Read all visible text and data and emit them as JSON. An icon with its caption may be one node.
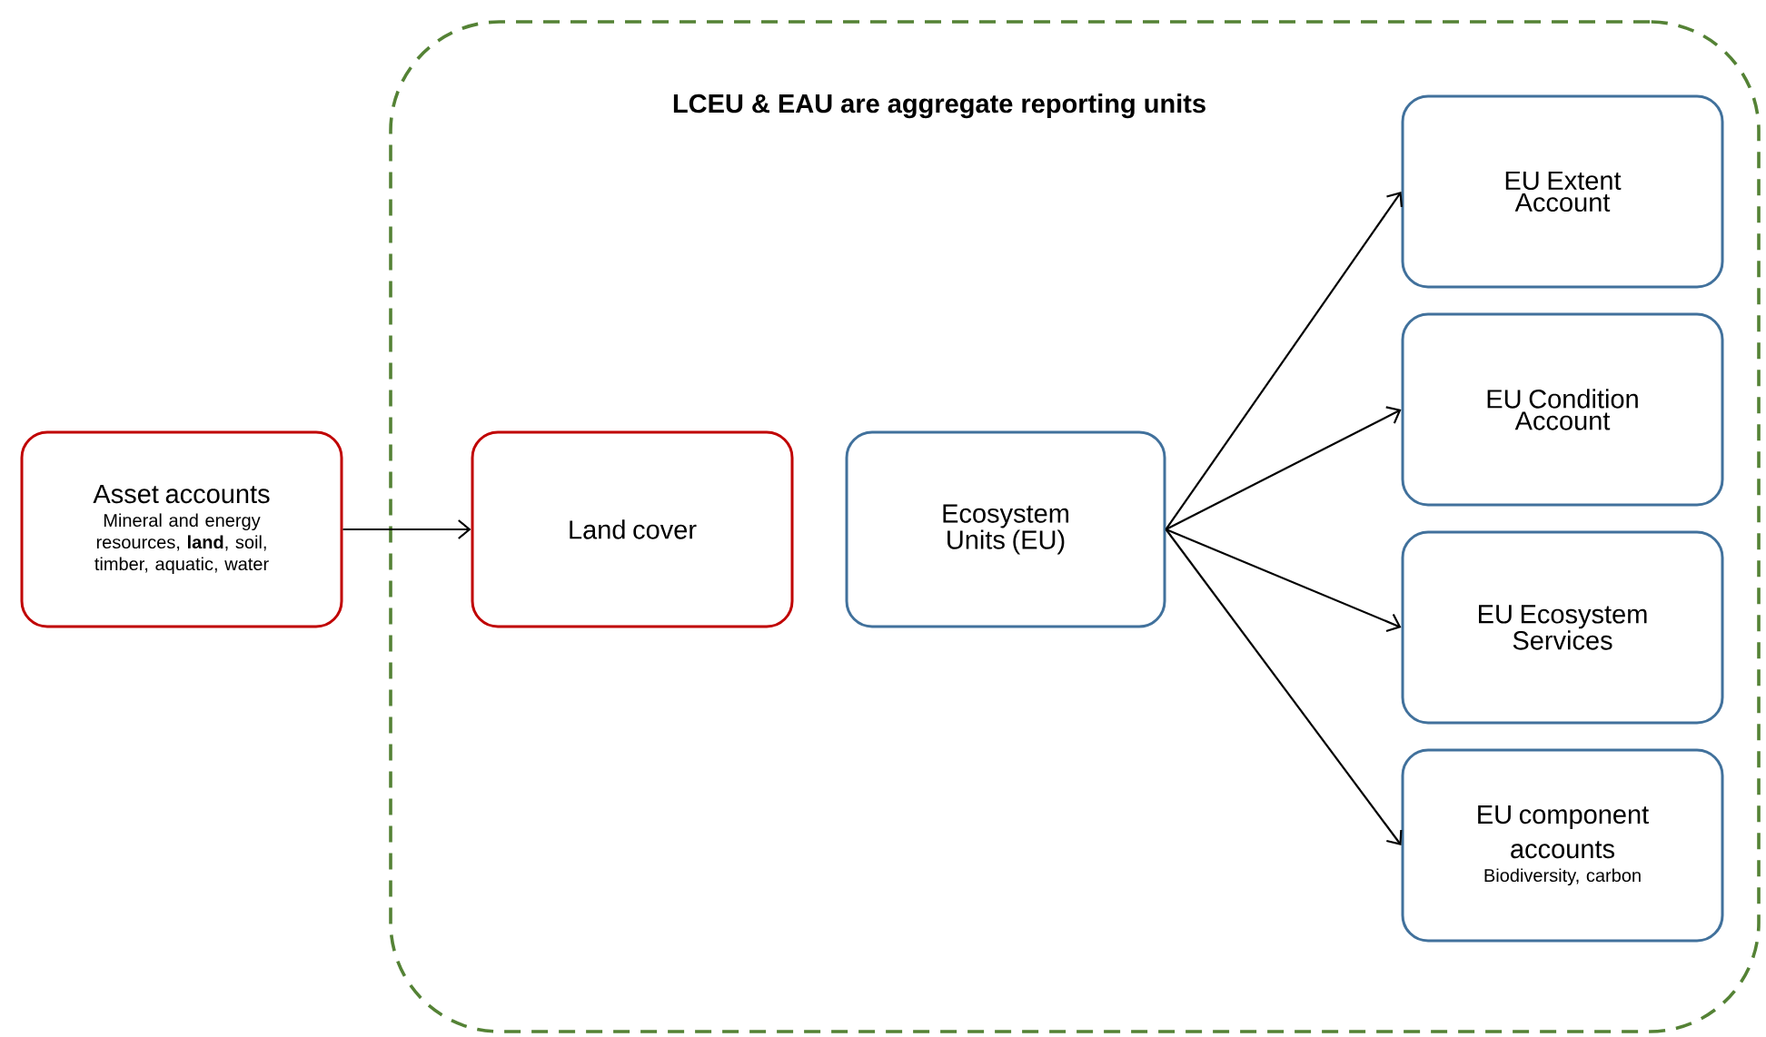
{
  "diagram": {
    "nodes": [
      {
        "text": [
          "LCEU & EAU are aggregate reporting units"
        ]
      },
      {
        "text": [
          "Asset accounts",
          "Mineral and energy resources, **land**, soil, timber, aquatic, water"
        ]
      },
      {
        "text": [
          "Land cover"
        ],
        "in": 0
      },
      {
        "text": [
          "Ecosystem Units (EU)"
        ],
        "in": 0
      },
      {
        "text": [
          "EU Extent Account"
        ],
        "in": 0
      },
      {
        "text": [
          "EU Condition Account"
        ],
        "in": 0
      },
      {
        "text": [
          "EU Ecosystem Services"
        ],
        "in": 0
      },
      {
        "text": [
          "EU component accounts",
          "Biodiversity, carbon"
        ],
        "in": 0
      }
    ],
    "edges": [
      {
        "from": 1,
        "to": 2,
        "arrow": "to"
      },
      {
        "from": 3,
        "to": 4,
        "arrow": "to"
      },
      {
        "from": 3,
        "to": 5,
        "arrow": "to"
      },
      {
        "from": 3,
        "to": 6,
        "arrow": "to"
      },
      {
        "from": 3,
        "to": 7,
        "arrow": "to"
      }
    ]
  }
}
